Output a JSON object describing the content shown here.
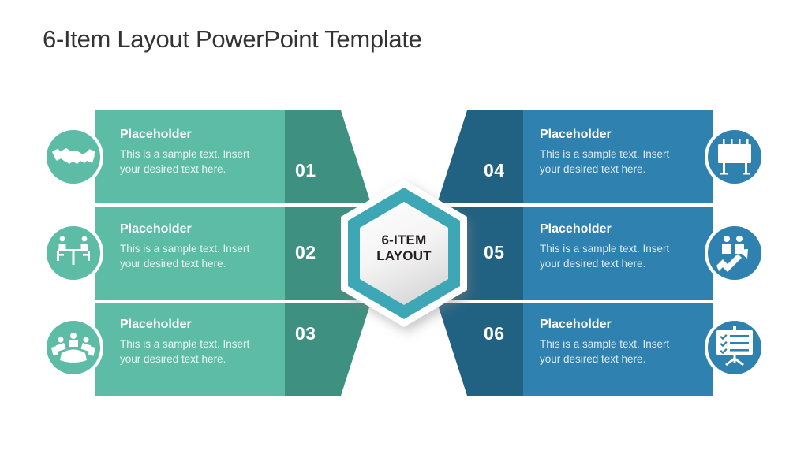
{
  "slide": {
    "title": "6-Item Layout PowerPoint Template",
    "center": {
      "line1": "6-ITEM",
      "line2": "LAYOUT"
    }
  },
  "colors": {
    "green_light": "#5cbca5",
    "green_dark": "#3e9080",
    "blue_light": "#2f81b0",
    "blue_dark": "#216182",
    "hex_ring": "#3ea7b5",
    "hex_fill": "#f2f2f2",
    "title_text": "#333333",
    "white": "#ffffff"
  },
  "left_items": [
    {
      "number": "01",
      "title": "Placeholder",
      "body": "This is a sample text. Insert your desired text here.",
      "icon": "handshake-icon"
    },
    {
      "number": "02",
      "title": "Placeholder",
      "body": "This is a sample text. Insert your desired text here.",
      "icon": "meeting-table-icon"
    },
    {
      "number": "03",
      "title": "Placeholder",
      "body": "This is a sample text. Insert your desired text here.",
      "icon": "conference-table-icon"
    }
  ],
  "right_items": [
    {
      "number": "04",
      "title": "Placeholder",
      "body": "This is a sample text. Insert your desired text here.",
      "icon": "billboard-icon"
    },
    {
      "number": "05",
      "title": "Placeholder",
      "body": "This is a sample text. Insert your desired text here.",
      "icon": "team-growth-icon"
    },
    {
      "number": "06",
      "title": "Placeholder",
      "body": "This is a sample text. Insert your desired text here.",
      "icon": "presentation-board-icon"
    }
  ]
}
